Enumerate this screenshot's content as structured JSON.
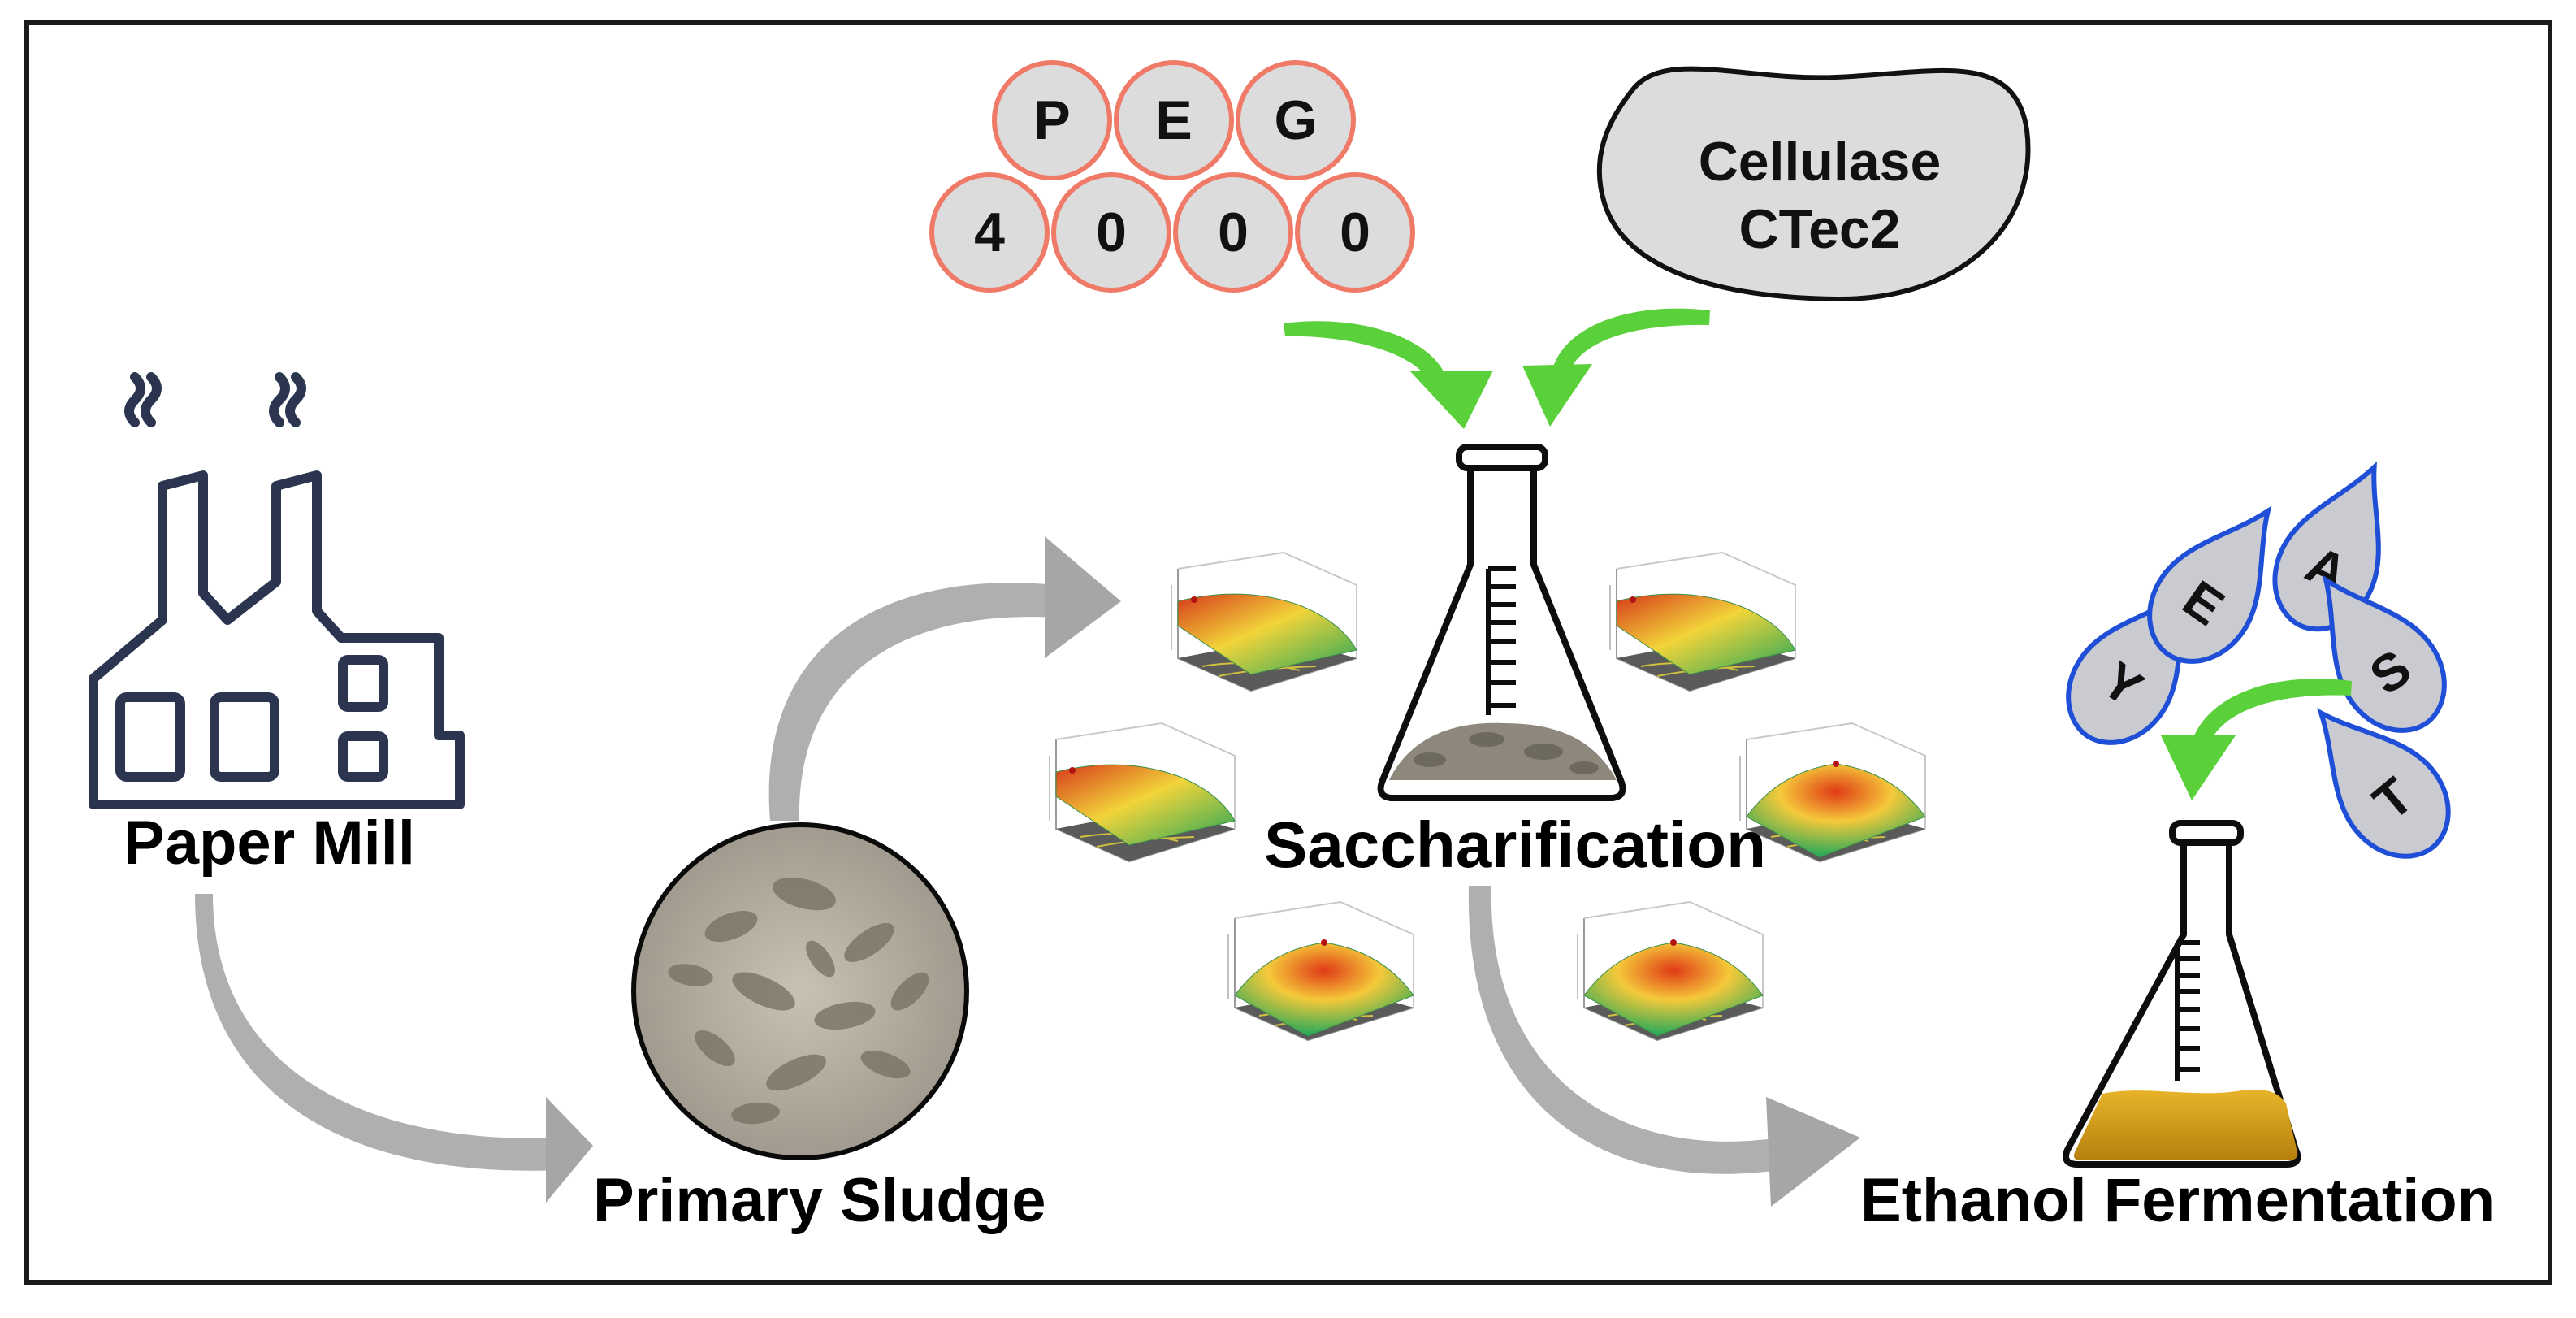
{
  "labels": {
    "paper_mill": "Paper Mill",
    "primary_sludge": "Primary Sludge",
    "saccharification": "Saccharification",
    "ethanol_fermentation": "Ethanol Fermentation"
  },
  "peg_letters": [
    "P",
    "E",
    "G"
  ],
  "peg_digits": [
    "4",
    "0",
    "0",
    "0"
  ],
  "enzyme": {
    "line1": "Cellulase",
    "line2": "CTec2"
  },
  "yeast_letters": [
    "Y",
    "E",
    "A",
    "S",
    "T"
  ],
  "colors": {
    "frame": "#1a1a1a",
    "factory": "#2b3550",
    "peg_stroke": "#f07a68",
    "peg_fill": "#dcdcdc",
    "green_arrow": "#5ad03a",
    "gray_arrow": "#a6a6a6",
    "yeast_stroke": "#1f4fd6",
    "yeast_fill": "#c9cbd1",
    "broth": "#d8a21c"
  }
}
